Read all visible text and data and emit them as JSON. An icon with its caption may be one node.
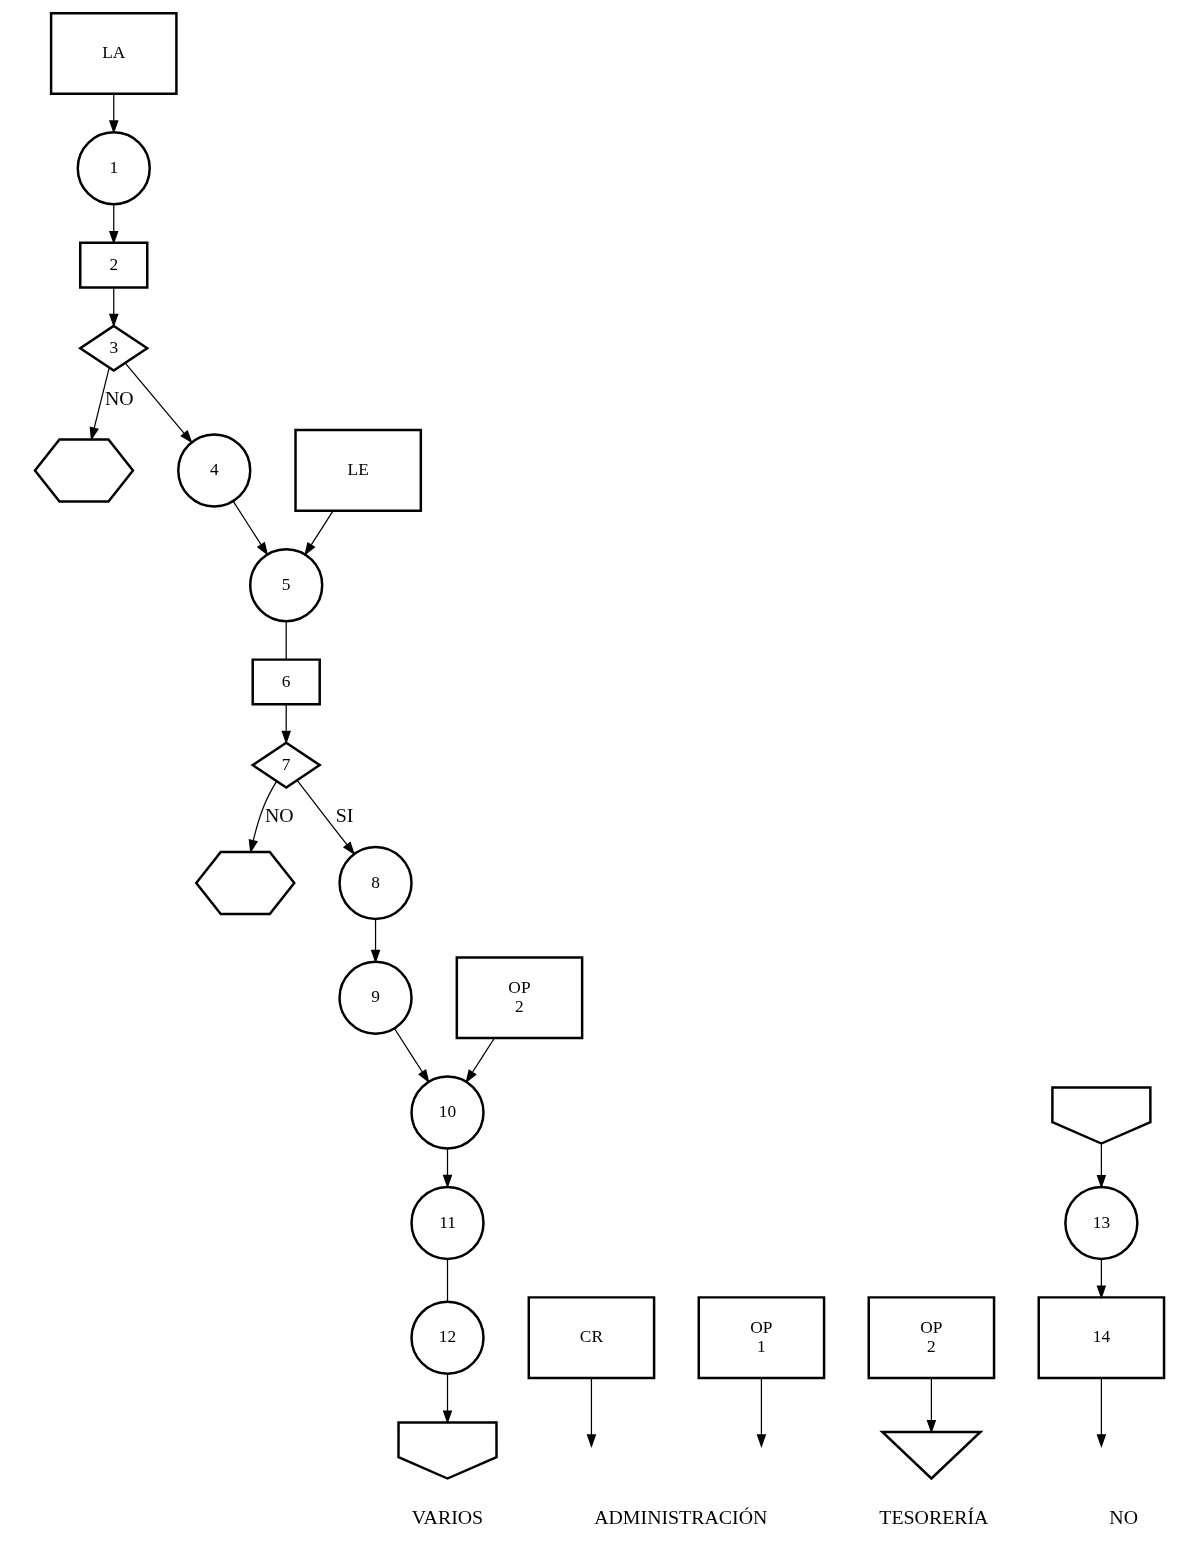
{
  "diagram": {
    "nodes": [
      {
        "text": [
          "LA"
        ]
      },
      {
        "text": [
          "1"
        ]
      },
      {
        "text": [
          "2"
        ]
      },
      {
        "text": [
          "3"
        ]
      },
      {
        "text": [],
        "shape": "hexagon"
      },
      {
        "text": [
          "4"
        ]
      },
      {
        "text": [
          "5"
        ]
      },
      {
        "text": [
          "CR"
        ]
      },
      {
        "text": [
          "LE"
        ]
      },
      {
        "text": [
          "6"
        ]
      },
      {
        "text": [
          "7"
        ]
      },
      {
        "text": [],
        "shape": "hexagon"
      },
      {
        "text": [
          "8"
        ]
      },
      {
        "text": [
          "9"
        ]
      },
      {
        "text": [
          "OP",
          "1"
        ]
      },
      {
        "text": [
          "OP",
          "2"
        ]
      },
      {
        "text": [
          "10"
        ]
      },
      {
        "text": [
          "11"
        ]
      },
      {
        "text": [
          "OP",
          "2"
        ]
      },
      {
        "text": [],
        "shape": "triangle"
      },
      {
        "text": [
          "12"
        ]
      },
      {
        "text": [],
        "shape": "pentagon"
      },
      {
        "text": [],
        "shape": "pentagon"
      },
      {
        "text": [
          "13"
        ]
      },
      {
        "text": [
          "14"
        ]
      }
    ],
    "edges": [
      {
        "from": 0,
        "to": 1,
        "arrow": "to"
      },
      {
        "from": 1,
        "to": 2,
        "arrow": "to"
      },
      {
        "from": 2,
        "to": 3,
        "arrow": "to"
      },
      {
        "from": 3,
        "to": 4,
        "arrow": "to",
        "label": "NO"
      },
      {
        "from": 3,
        "to": 5,
        "arrow": "to"
      },
      {
        "from": 5,
        "to": 6,
        "arrow": "to"
      },
      {
        "from": 7,
        "to": null,
        "arrow": "to"
      },
      {
        "from": 8,
        "to": 6,
        "arrow": "to"
      },
      {
        "from": 6,
        "to": 9,
        "arrow": "none"
      },
      {
        "from": 9,
        "to": 10,
        "arrow": "to"
      },
      {
        "from": 10,
        "to": 11,
        "arrow": "to",
        "label": "NO"
      },
      {
        "from": 10,
        "to": 12,
        "arrow": "to",
        "label": "SI"
      },
      {
        "from": 12,
        "to": 13,
        "arrow": "to"
      },
      {
        "from": 13,
        "to": 16,
        "arrow": "to"
      },
      {
        "from": 14,
        "to": null,
        "arrow": "to"
      },
      {
        "from": 15,
        "to": 16,
        "arrow": "to"
      },
      {
        "from": 16,
        "to": 17,
        "arrow": "to"
      },
      {
        "from": 17,
        "to": 20,
        "arrow": "none"
      },
      {
        "from": 18,
        "to": 19,
        "arrow": "to"
      },
      {
        "from": 20,
        "to": 21,
        "arrow": "to"
      },
      {
        "from": 22,
        "to": 23,
        "arrow": "to"
      },
      {
        "from": 23,
        "to": 24,
        "arrow": "to"
      },
      {
        "from": 24,
        "to": null,
        "arrow": "to"
      }
    ],
    "labels": [
      "VARIOS",
      "ADMINISTRACIÓN",
      "TESORERÍA",
      "NO"
    ]
  }
}
